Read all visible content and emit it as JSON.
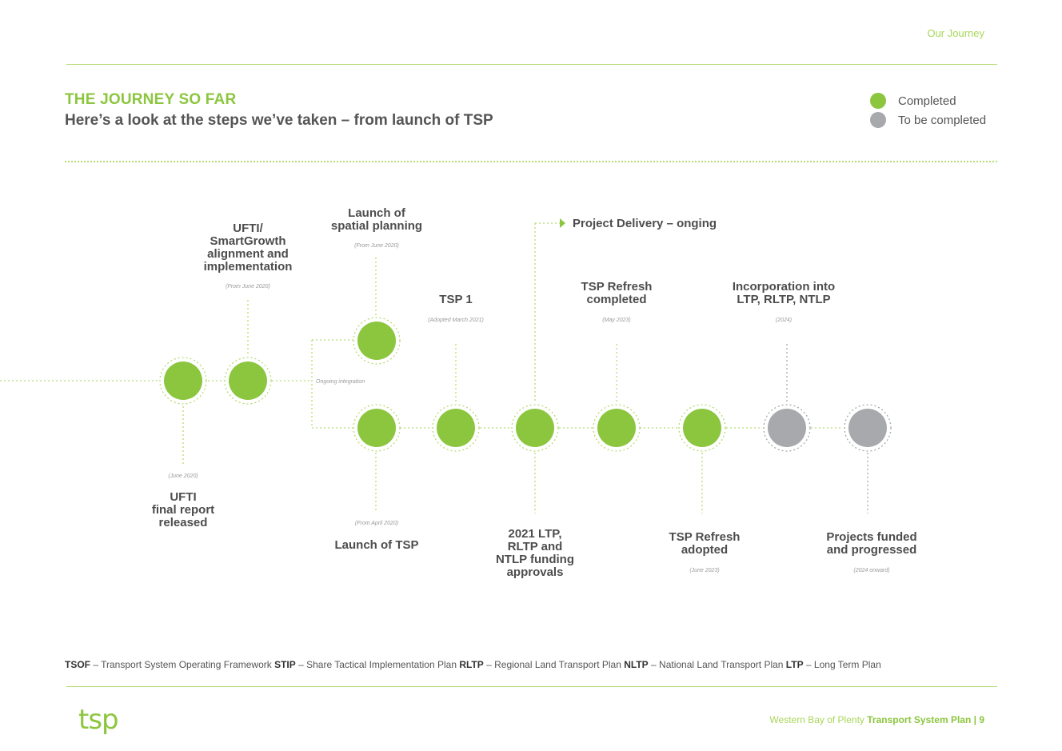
{
  "header": {
    "section": "Our Journey"
  },
  "heading": {
    "title": "THE JOURNEY SO FAR",
    "subtitle": "Here’s a look at the steps we’ve taken – from launch of TSP"
  },
  "legend": [
    {
      "label": "Completed",
      "color": "#8cc63f"
    },
    {
      "label": "To be completed",
      "color": "#a7a9ac"
    }
  ],
  "colors": {
    "accent": "#8cc63f",
    "pending": "#a7a9ac",
    "line": "#b5dc73",
    "grey_line": "#a7a9ac"
  },
  "diagram": {
    "integration_label": "Ongoing integration",
    "delivery_label": "Project Delivery – onging",
    "milestones": [
      {
        "label": "UFTI\nfinal report\nreleased",
        "date": "(June 2020)",
        "status": "Completed"
      },
      {
        "label": "UFTI/\nSmartGrowth\nalignment and\nimplementation",
        "date": "(From June 2020)",
        "status": "Completed"
      },
      {
        "label": "Launch of\nspatial planning",
        "date": "(From June 2020)",
        "status": "Completed"
      },
      {
        "label": "Launch of TSP",
        "date": "(From April 2020)",
        "status": "Completed"
      },
      {
        "label": "TSP 1",
        "date": "(Adopted March 2021)",
        "status": "Completed"
      },
      {
        "label": "2021 LTP,\nRLTP and\nNTLP funding\napprovals",
        "date": "",
        "status": "Completed"
      },
      {
        "label": "TSP Refresh\ncompleted",
        "date": "(May 2023)",
        "status": "Completed"
      },
      {
        "label": "TSP Refresh\nadopted",
        "date": "(June 2023)",
        "status": "Completed"
      },
      {
        "label": "Incorporation into\nLTP, RLTP, NTLP",
        "date": "(2024)",
        "status": "To be completed"
      },
      {
        "label": "Projects funded\nand progressed",
        "date": "(2024 onward)",
        "status": "To be completed"
      }
    ]
  },
  "footnote": [
    {
      "abbr": "TSOF",
      "text": " – Transport System Operating Framework "
    },
    {
      "abbr": "STIP",
      "text": " – Share Tactical Implementation Plan "
    },
    {
      "abbr": "RLTP",
      "text": " – Regional Land Transport Plan "
    },
    {
      "abbr": "NLTP",
      "text": " – National Land Transport Plan "
    },
    {
      "abbr": "LTP",
      "text": " – Long Term Plan"
    }
  ],
  "footer": {
    "logo": "tsp",
    "prefix": "Western Bay of Plenty ",
    "title": "Transport System Plan",
    "page": " | 9"
  }
}
